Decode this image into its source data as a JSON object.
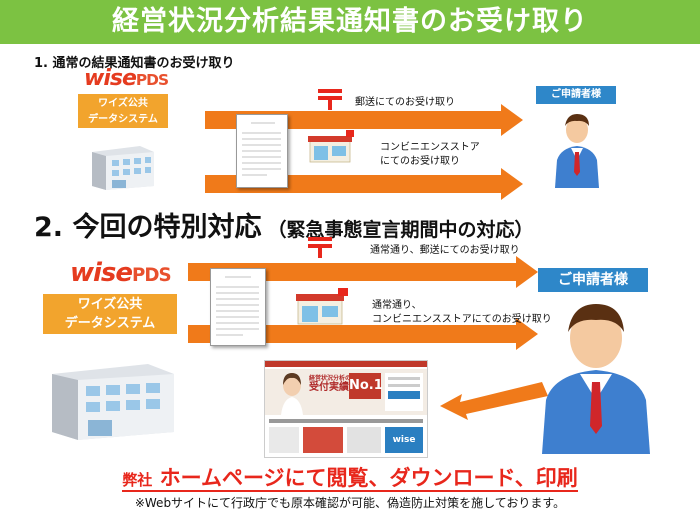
{
  "title": "経営状況分析結果通知書のお受け取り",
  "section1": {
    "heading": "1. 通常の結果通知書のお受け取り",
    "logo_main": "wise",
    "logo_suffix": "PDS",
    "system_line1": "ワイズ公共",
    "system_line2": "データシステム",
    "applicant": "ご申請者様",
    "mail_label": "郵送にてのお受け取り",
    "store_label_line1": "コンビニエンスストア",
    "store_label_line2": "にてのお受け取り"
  },
  "section2": {
    "heading": "2. 今回の特別対応",
    "heading_sub": "（緊急事態宣言期間中の対応）",
    "logo_main": "wise",
    "logo_suffix": "PDS",
    "system_line1": "ワイズ公共",
    "system_line2": "データシステム",
    "applicant": "ご申請者様",
    "mail_label": "通常通り、郵送にてのお受け取り",
    "store_label_line1": "通常通り、",
    "store_label_line2": "コンビニエンスストアにてのお受け取り"
  },
  "website": {
    "catch_line1": "経営状況分析の",
    "catch_line2": "受付実績",
    "badge": "No.1",
    "logo": "wise"
  },
  "footer": {
    "main_prefix": "弊社",
    "main_text": "ホームページにて閲覧、ダウンロード、印刷",
    "note": "※Webサイトにて行政庁でも原本確認が可能、偽造防止対策を施しております。"
  },
  "colors": {
    "title_bar": "#7cc242",
    "arrow": "#f07a1a",
    "system_box": "#f2a42d",
    "applicant_box": "#2e87c9",
    "post_mark": "#e8271c",
    "footer_text": "#e8271c"
  }
}
